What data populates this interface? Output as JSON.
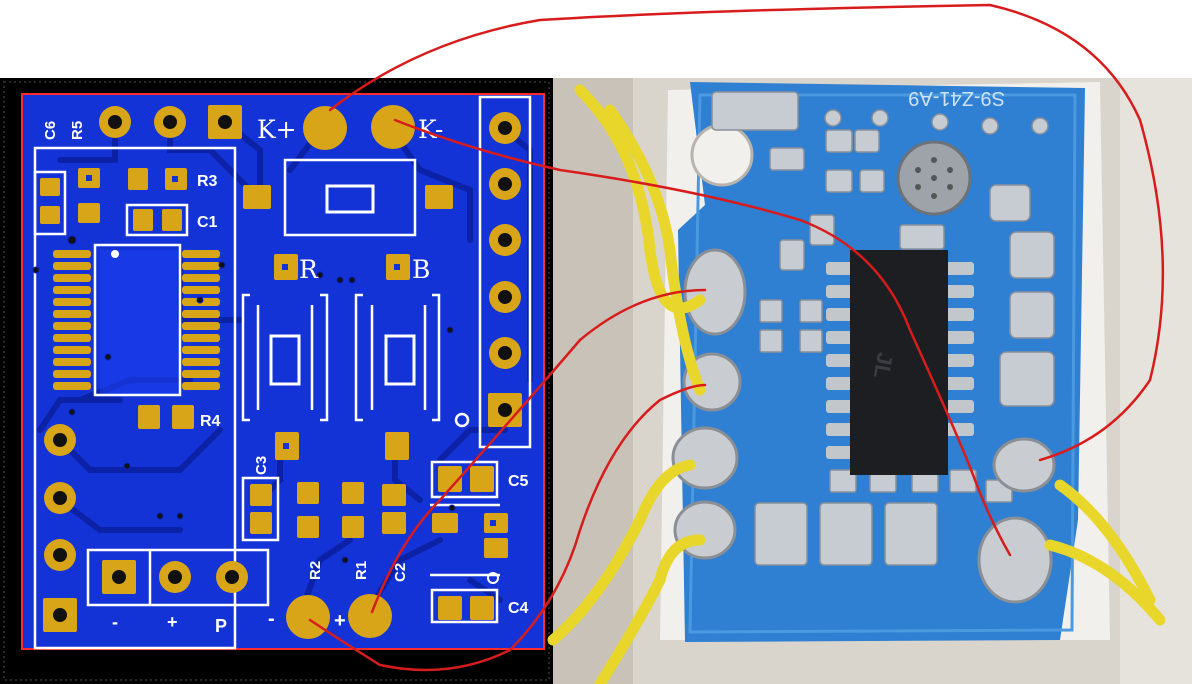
{
  "pcb": {
    "labels": {
      "c6": "C6",
      "r5": "R5",
      "r3": "R3",
      "c1": "C1",
      "r4": "R4",
      "c3": "C3",
      "r2": "R2",
      "r1": "R1",
      "c2": "C2",
      "c5": "C5",
      "c4": "C4",
      "k_plus": "K+",
      "k_minus": "K-",
      "r_btn": "R",
      "b_btn": "B",
      "minus": "-",
      "plus": "+",
      "p": "P",
      "speaker_minus": "-",
      "speaker_plus": "+"
    }
  },
  "photo": {
    "silkscreen": "S9-Z41-A9",
    "chip_marking": "JL"
  },
  "colors": {
    "board_blue": "#1433d6",
    "pad_gold": "#d9a518",
    "annotation_red": "#d81c1c",
    "wire_yellow": "#e9d62a"
  }
}
